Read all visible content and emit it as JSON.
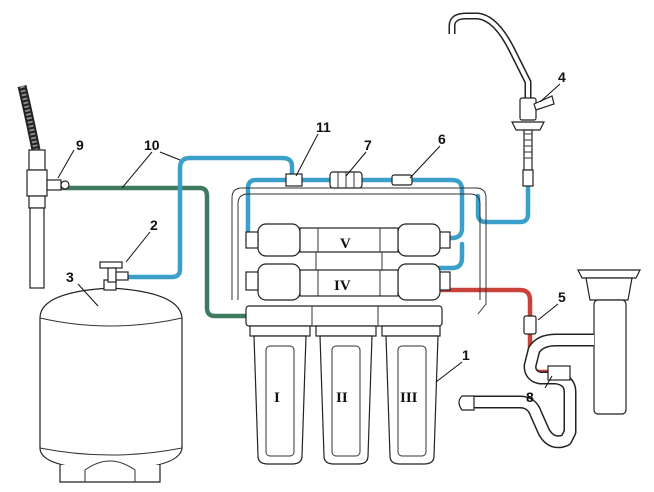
{
  "labels": {
    "n1": "1",
    "n2": "2",
    "n3": "3",
    "n4": "4",
    "n5": "5",
    "n6": "6",
    "n7": "7",
    "n8": "8",
    "n9": "9",
    "n10": "10",
    "n11": "11"
  },
  "stages": {
    "s1": "I",
    "s2": "II",
    "s3": "III",
    "s4": "IV",
    "s5": "V"
  },
  "colors": {
    "clean_water_line": "#3a9fc9",
    "feed_water_line": "#3f7a5e",
    "drain_line": "#c8423a",
    "outline": "#222222"
  }
}
